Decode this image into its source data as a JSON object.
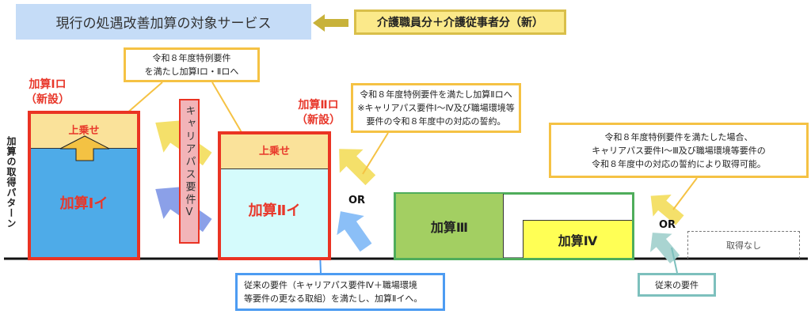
{
  "header": {
    "title": "現行の処遇改善加算の対象サービス",
    "target": "介護職員分＋介護従事者分（新）"
  },
  "axis_label": "加算の取得パターン",
  "callouts": {
    "top": [
      "令和８年度特例要件",
      "を満たし加算Ⅰロ・Ⅱロへ"
    ],
    "middle": [
      "令和８年度特例要件を満たし加算Ⅱロへ",
      "※キャリアパス要件Ⅰ～Ⅳ及び職場環境等",
      "要件の令和８年度中の対応の誓約。"
    ],
    "right": [
      "令和８年度特例要件を満たした場合、",
      "キャリアパス要件Ⅰ～Ⅲ及び職場環境等要件の",
      "令和８年度中の対応の誓約により取得可能。"
    ],
    "blue": [
      "従来の要件（キャリアパス要件Ⅳ＋職場環境",
      "等要件の更なる取組）を満たし、加算Ⅱイへ。"
    ],
    "teal": "従来の要件"
  },
  "blocks": {
    "k1ro": [
      "加算Ⅰロ",
      "（新設）"
    ],
    "k2ro": [
      "加算Ⅱロ",
      "（新設）"
    ],
    "uwanose": "上乗せ",
    "k1i": "加算Ⅰイ",
    "k2i": "加算Ⅱイ",
    "k3": "加算Ⅲ",
    "k4": "加算Ⅳ",
    "none": "取得なし",
    "career": "キャリアパス要件Ⅴ",
    "or": "OR"
  }
}
